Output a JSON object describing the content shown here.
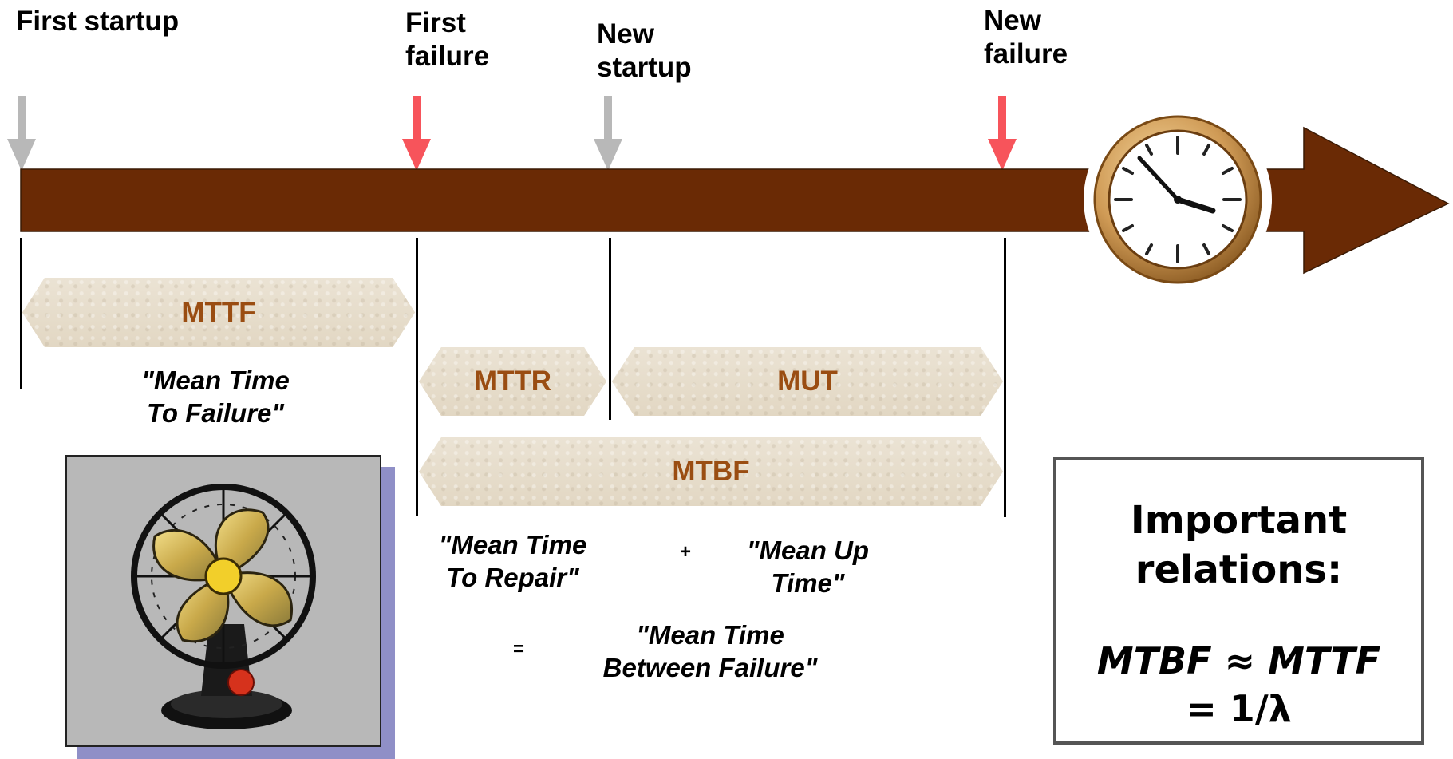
{
  "events": {
    "first_startup": [
      "First startup"
    ],
    "first_failure": [
      "First",
      "failure"
    ],
    "new_startup": [
      "New",
      "startup"
    ],
    "new_failure": [
      "New",
      "failure"
    ]
  },
  "segments": {
    "mttf": "MTTF",
    "mttr": "MTTR",
    "mut": "MUT",
    "mtbf": "MTBF"
  },
  "definitions": {
    "mttf": [
      "\"Mean Time",
      "To Failure\""
    ],
    "mttr": [
      "\"Mean Time",
      "To Repair\""
    ],
    "mut": [
      "\"Mean Up",
      "Time\""
    ],
    "mtbf": [
      "\"Mean Time",
      "Between Failure\""
    ],
    "plus": "+",
    "equals": "="
  },
  "relations": {
    "heading": [
      "Important",
      "relations:"
    ],
    "formula_line1": "MTBF ≈ MTTF",
    "formula_line2": "= 1/λ"
  },
  "colors": {
    "timeline_start": "#ff6a00",
    "timeline_end": "#6a2a05",
    "failure_arrow": "#f7545b",
    "startup_arrow": "#b8b8b8",
    "segment_text": "#9a4d12",
    "segment_fill": "#e6dccb"
  },
  "icons": {
    "clock": "clock-icon",
    "fan": "electric-fan-icon"
  }
}
